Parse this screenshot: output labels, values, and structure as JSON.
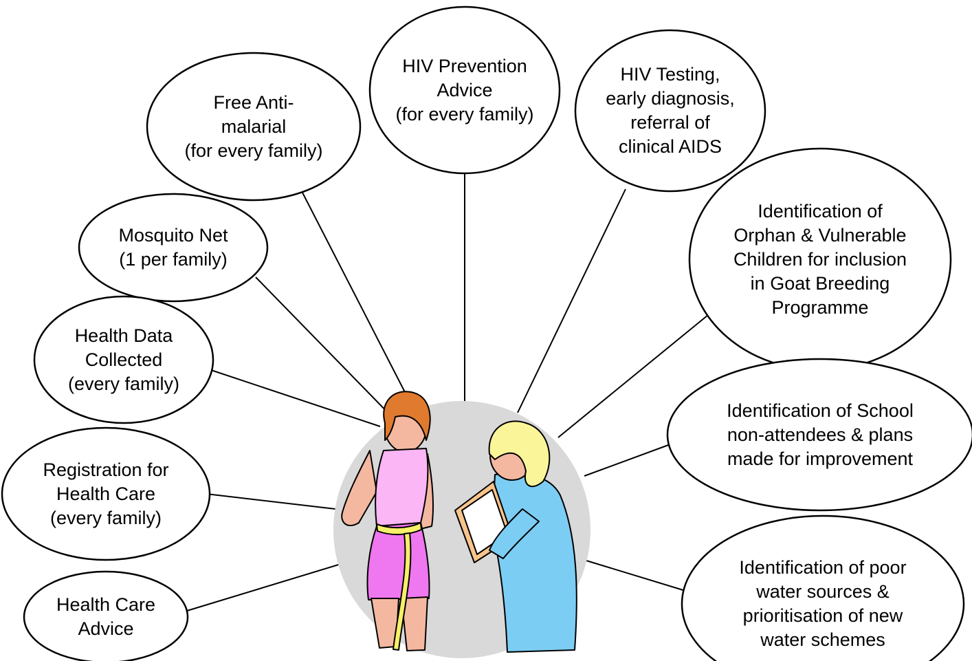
{
  "nodes": [
    {
      "id": "anti-malarial",
      "text": "Free Anti-\nmalarial\n(for every family)"
    },
    {
      "id": "hiv-prevention",
      "text": "HIV Prevention\nAdvice\n(for every family)"
    },
    {
      "id": "hiv-testing",
      "text": "HIV Testing,\nearly diagnosis,\nreferral of\nclinical AIDS"
    },
    {
      "id": "mosquito-net",
      "text": "Mosquito Net\n(1 per family)"
    },
    {
      "id": "orphan-identification",
      "text": "Identification of\nOrphan & Vulnerable\nChildren for inclusion\nin Goat Breeding\nProgramme"
    },
    {
      "id": "health-data",
      "text": "Health Data\nCollected\n(every family)"
    },
    {
      "id": "school-nonattendees",
      "text": "Identification of School\nnon-attendees & plans\nmade for improvement"
    },
    {
      "id": "registration",
      "text": "Registration for\nHealth Care\n(every family)"
    },
    {
      "id": "water-sources",
      "text": "Identification of poor\nwater sources &\nprioritisation of new\nwater schemes"
    },
    {
      "id": "health-care-advice",
      "text": "Health Care\nAdvice"
    }
  ],
  "colors": {
    "stroke": "#000000",
    "hub_circle": "#d9d9d9",
    "woman_top": "#fbb6f6",
    "woman_skirt": "#ef77ef",
    "skin": "#f4b8a0",
    "woman_hair": "#e07a2e",
    "nurse_hair": "#fbf59a",
    "nurse_coat": "#7ccdf4",
    "clipboard": "#f9c48c",
    "tape": "#f6f06a"
  },
  "hub_icon": "health-worker-measuring-woman-illustration"
}
